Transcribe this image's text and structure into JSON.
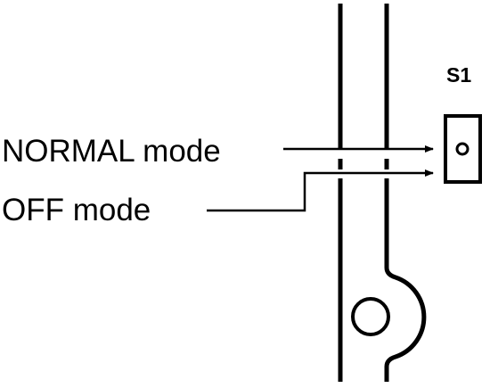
{
  "switch": {
    "label": "S1"
  },
  "callouts": {
    "normal": "NORMAL mode",
    "off": "OFF mode"
  },
  "colors": {
    "ink": "#000000",
    "background": "#ffffff"
  }
}
